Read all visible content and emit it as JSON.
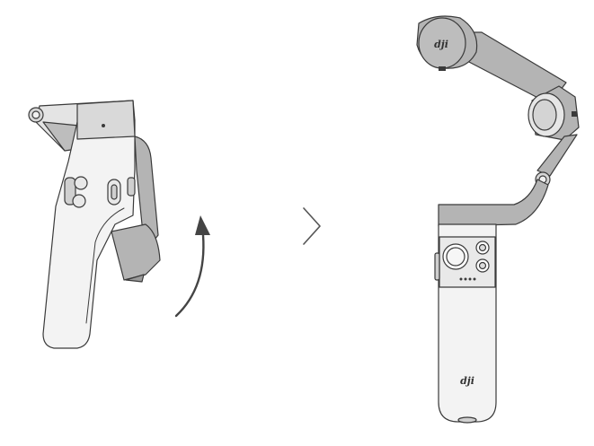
{
  "figure": {
    "left_panel": {
      "state": "folded",
      "rotation_arrow_direction": "counter-clockwise"
    },
    "separator_icon": "chevron-right-icon",
    "right_panel": {
      "state": "unfolded",
      "camera_logo": "dji",
      "handle_logo": "dji"
    },
    "colors": {
      "body_light": "#f2f2f2",
      "arm_gray": "#b4b4b4",
      "outline": "#3a3a3a",
      "arrow": "#444444"
    }
  }
}
